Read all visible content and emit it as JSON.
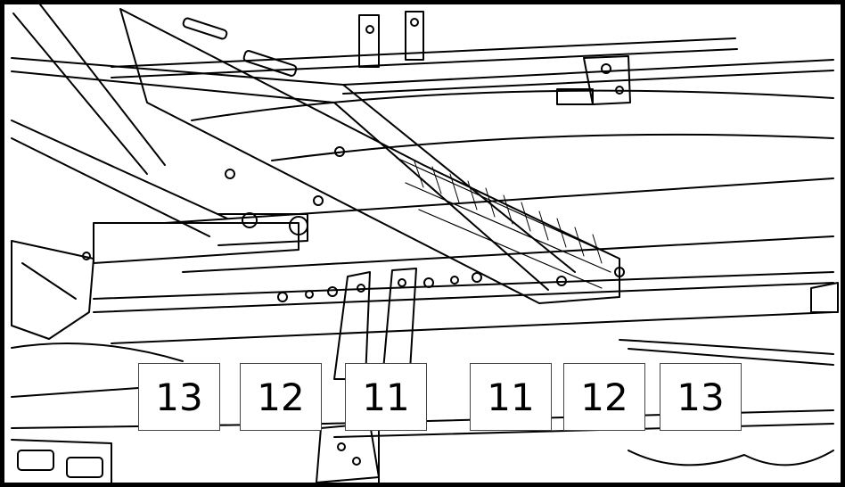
{
  "figure": {
    "callouts": [
      {
        "label": "13"
      },
      {
        "label": "12"
      },
      {
        "label": "11"
      },
      {
        "label": "11"
      },
      {
        "label": "12"
      },
      {
        "label": "13"
      }
    ],
    "colors": {
      "line": "#000000",
      "background": "#ffffff",
      "callout_border": "#444444"
    }
  }
}
